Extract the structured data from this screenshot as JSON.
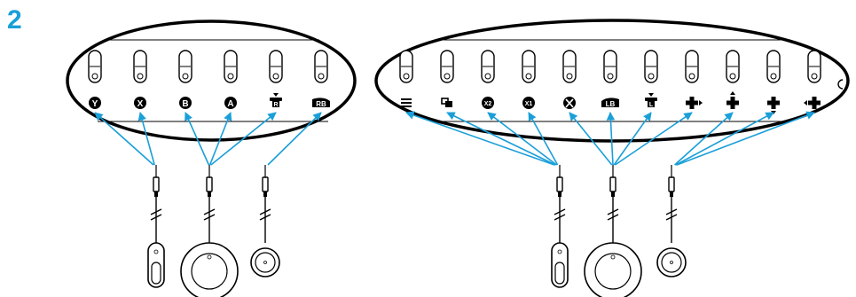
{
  "step_number": "2",
  "colors": {
    "arrow": "#1a9fd8",
    "line": "#000000",
    "accent": "#1a9fd8"
  },
  "left_panel": {
    "slots": [
      {
        "icon": "y-button-icon",
        "label": "Y"
      },
      {
        "icon": "x-button-icon",
        "label": "X"
      },
      {
        "icon": "b-button-icon",
        "label": "B"
      },
      {
        "icon": "a-button-icon",
        "label": "A"
      },
      {
        "icon": "right-stick-click-icon",
        "label": "R"
      },
      {
        "icon": "rb-bumper-icon",
        "label": "RB"
      }
    ],
    "sources": [
      "small-button-oval",
      "large-round-button",
      "small-round-button"
    ]
  },
  "right_panel": {
    "slots": [
      {
        "icon": "menu-icon",
        "label": ""
      },
      {
        "icon": "view-icon",
        "label": ""
      },
      {
        "icon": "x2-button-icon",
        "label": "X2"
      },
      {
        "icon": "x1-button-icon",
        "label": "X1"
      },
      {
        "icon": "xbox-logo-icon",
        "label": ""
      },
      {
        "icon": "lb-bumper-icon",
        "label": "LB"
      },
      {
        "icon": "left-stick-click-icon",
        "label": "L"
      },
      {
        "icon": "dpad-right-icon",
        "label": ""
      },
      {
        "icon": "dpad-up-icon",
        "label": ""
      },
      {
        "icon": "dpad-down-icon",
        "label": ""
      },
      {
        "icon": "dpad-left-icon",
        "label": ""
      }
    ],
    "sources": [
      "small-button-oval",
      "large-round-button",
      "small-round-button"
    ]
  }
}
